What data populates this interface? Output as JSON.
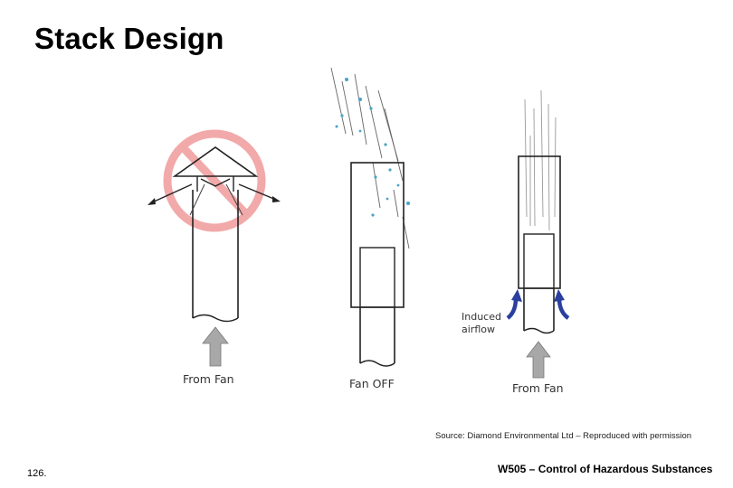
{
  "slide": {
    "title": "Stack Design",
    "source_note": "Source: Diamond Environmental Ltd – Reproduced with permission",
    "page_number": "126.",
    "footer": "W505 – Control of Hazardous Substances"
  },
  "diagram": {
    "label_from_fan_left": "From Fan",
    "label_fan_off": "Fan OFF",
    "label_induced_line1": "Induced",
    "label_induced_line2": "airflow",
    "label_from_fan_right": "From Fan"
  },
  "colors": {
    "prohibition_red": "#f2a9a9",
    "induced_arrow_blue": "#2a3f9e",
    "fan_arrow_grey": "#a8a8a8",
    "rain_blue": "#4aa3c7"
  }
}
